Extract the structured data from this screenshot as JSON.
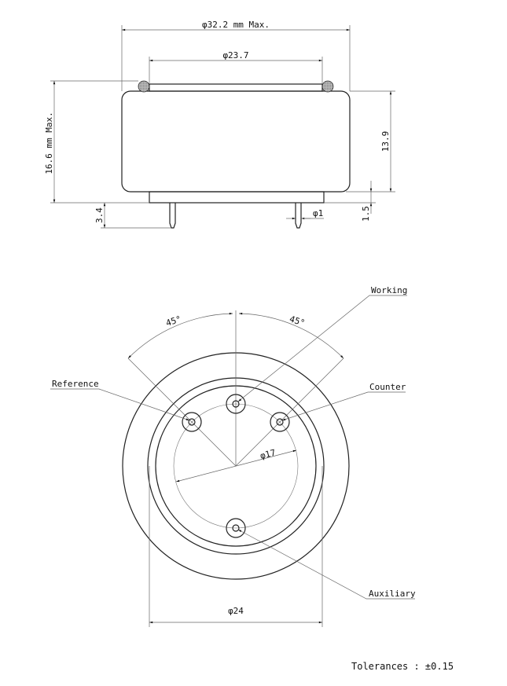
{
  "side_view": {
    "outer_diameter": "φ32.2 mm Max.",
    "membrane_diameter": "φ23.7",
    "total_height": "16.6 mm Max.",
    "body_height": "13.9",
    "pin_length": "3.4",
    "base_height": "1.5",
    "pin_diameter": "φ1"
  },
  "bottom_view": {
    "angle_left": "45°",
    "angle_right": "45°",
    "pitch_diameter": "φ17",
    "base_diameter": "φ24",
    "pins": {
      "working": "Working",
      "reference": "Reference",
      "counter": "Counter",
      "auxiliary": "Auxiliary"
    }
  },
  "tolerances": "Tolerances : ±0.15",
  "colors": {
    "line": "#222222",
    "hatch": "#999999"
  }
}
